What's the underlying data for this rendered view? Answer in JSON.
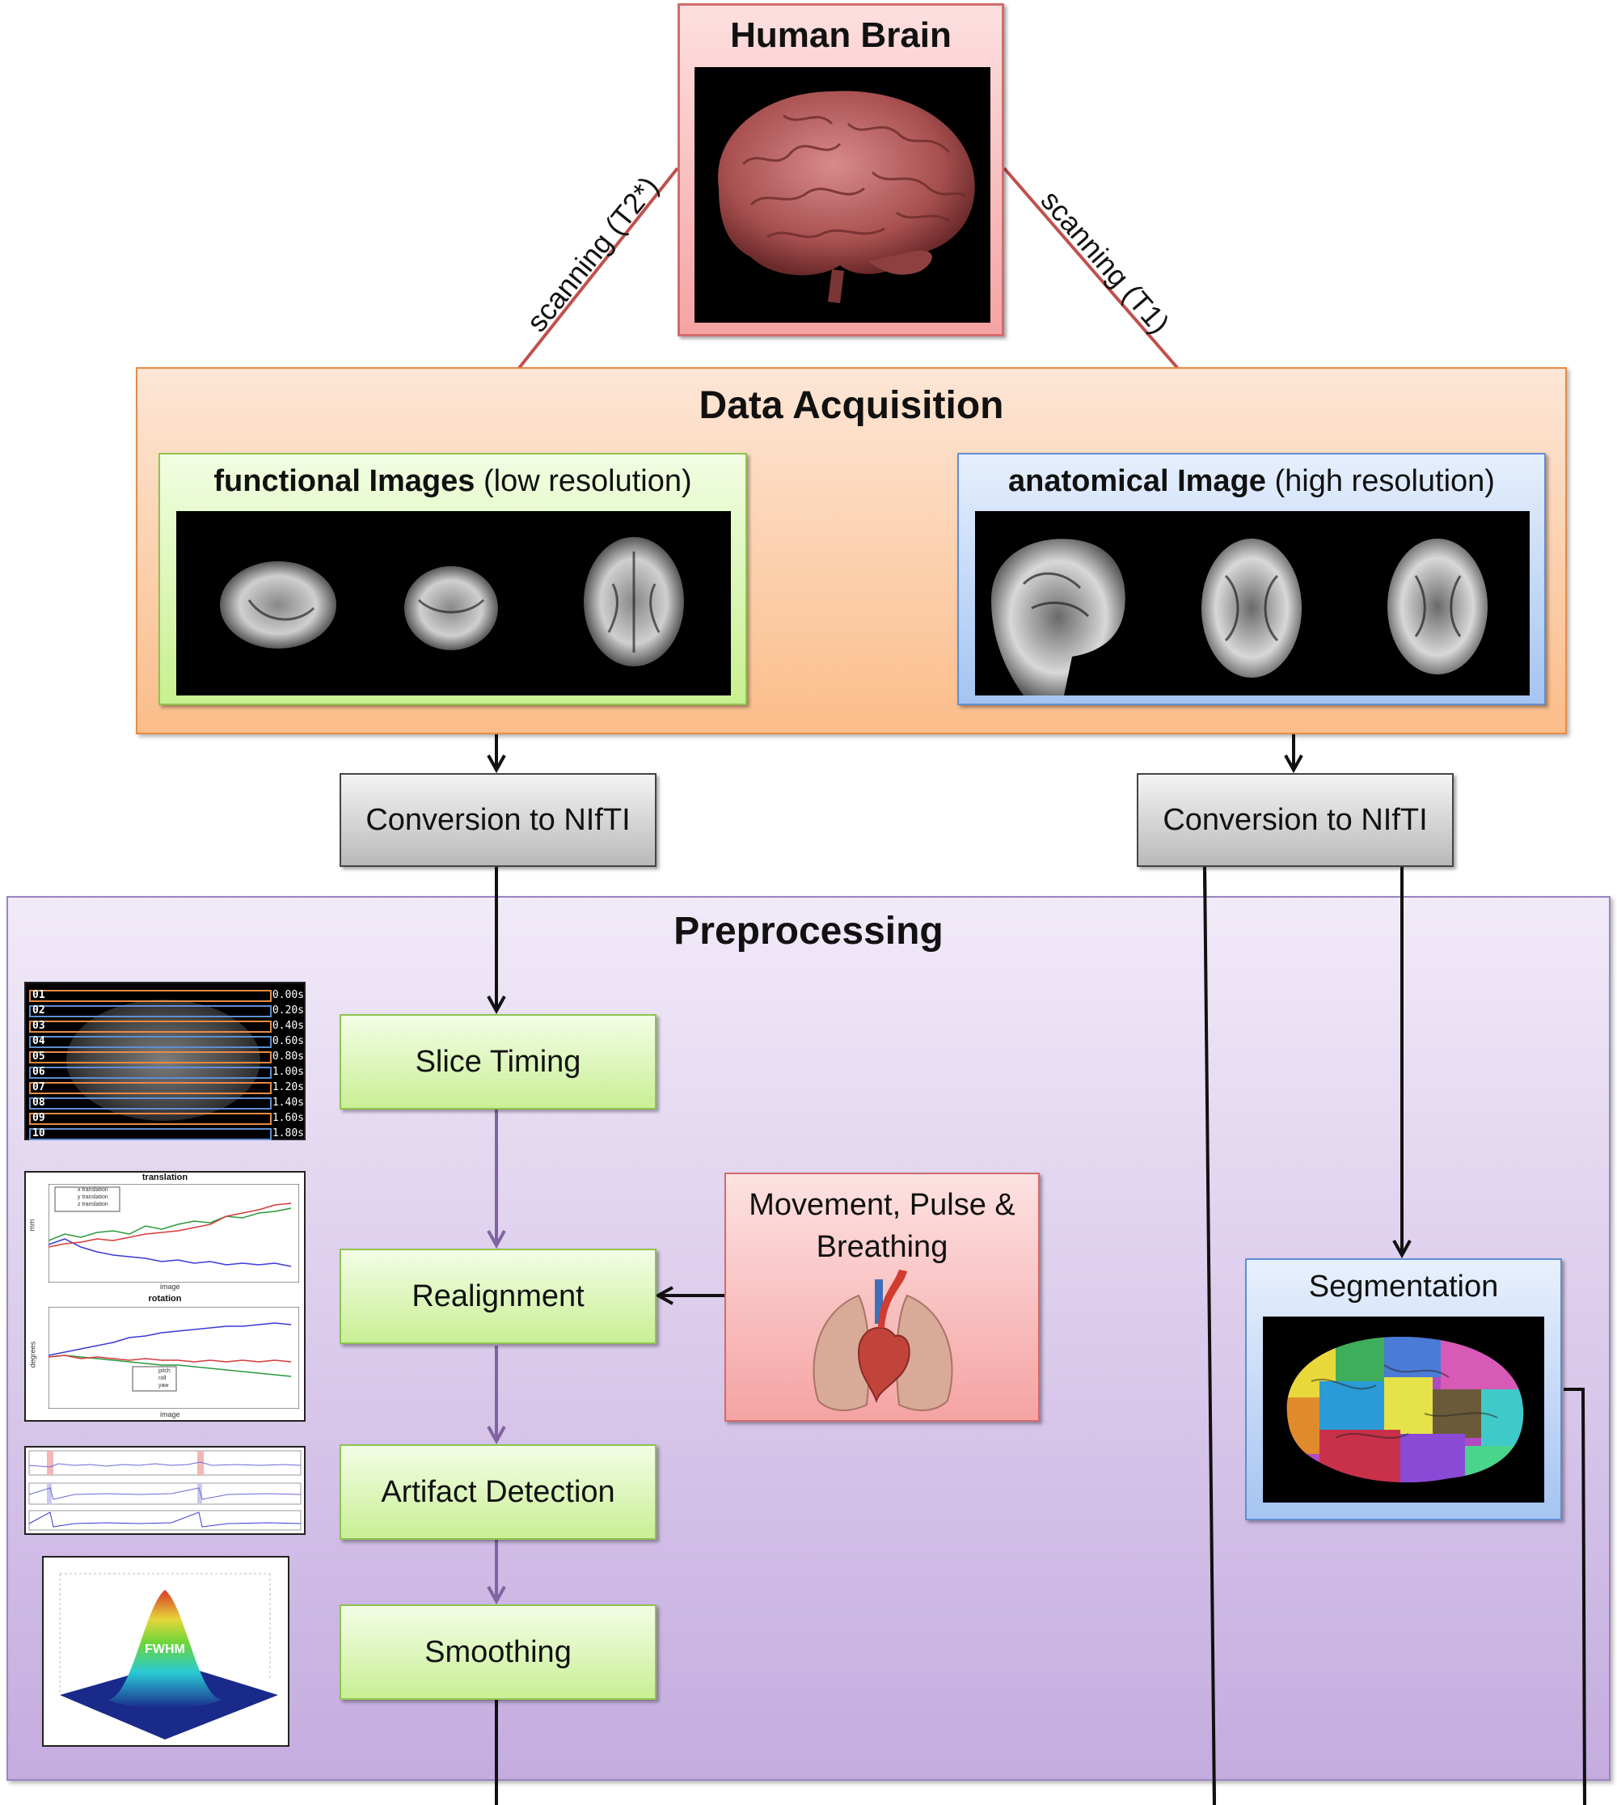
{
  "human_brain": {
    "title": "Human Brain"
  },
  "edges": {
    "left_label": "scanning (T2*)",
    "right_label": "scanning (T1)"
  },
  "data_acquisition": {
    "title": "Data Acquisition",
    "functional": {
      "bold": "functional Images",
      "light": "(low resolution)"
    },
    "anatomical": {
      "bold": "anatomical Image",
      "light": "(high resolution)"
    }
  },
  "conversion": {
    "left": "Conversion to NIfTI",
    "right": "Conversion to NIfTI"
  },
  "preprocessing": {
    "title": "Preprocessing",
    "steps": [
      "Slice Timing",
      "Realignment",
      "Artifact Detection",
      "Smoothing"
    ],
    "movement_box": {
      "line1": "Movement, Pulse &",
      "line2": "Breathing"
    },
    "segmentation": "Segmentation"
  },
  "slice_timing_thumb": {
    "rows": [
      {
        "num": "01",
        "time": "0.00s"
      },
      {
        "num": "02",
        "time": "0.20s"
      },
      {
        "num": "03",
        "time": "0.40s"
      },
      {
        "num": "04",
        "time": "0.60s"
      },
      {
        "num": "05",
        "time": "0.80s"
      },
      {
        "num": "06",
        "time": "1.00s"
      },
      {
        "num": "07",
        "time": "1.20s"
      },
      {
        "num": "08",
        "time": "1.40s"
      },
      {
        "num": "09",
        "time": "1.60s"
      },
      {
        "num": "10",
        "time": "1.80s"
      }
    ]
  },
  "motion_thumb": {
    "top_title": "translation",
    "top_xlabel": "image",
    "top_ylabel": "mm",
    "top_legend": [
      "x translation",
      "y translation",
      "z translation"
    ],
    "bottom_title": "rotation",
    "bottom_xlabel": "image",
    "bottom_ylabel": "degrees",
    "bottom_legend": [
      "pitch",
      "roll",
      "yaw"
    ]
  },
  "fwhm_thumb": {
    "label": "FWHM"
  },
  "colors": {
    "red_arrow": "#c0504d",
    "black_arrow": "#111111",
    "purple_arrow": "#8064a2",
    "orange": "#e88b46",
    "green": "#8fc44e",
    "blue": "#5f8ed1"
  }
}
